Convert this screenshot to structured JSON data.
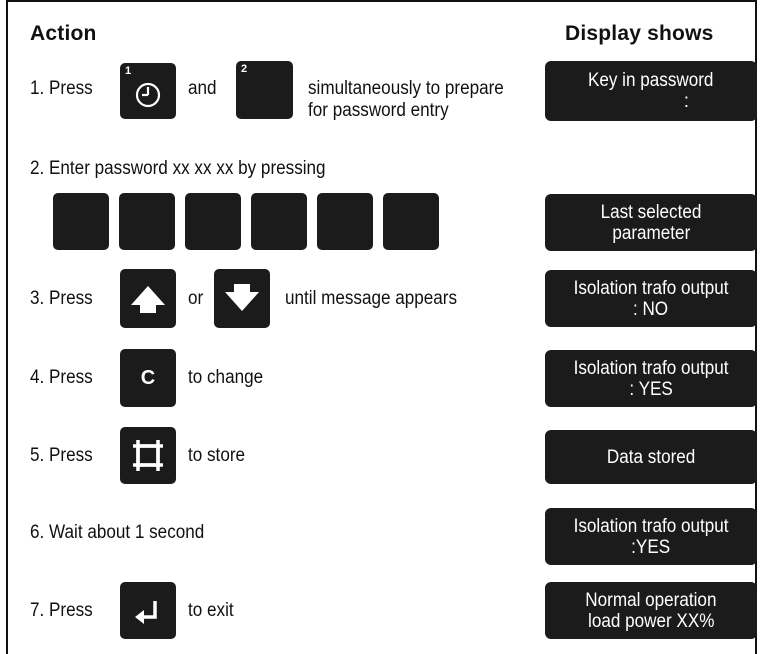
{
  "headers": {
    "action": "Action",
    "display": "Display shows"
  },
  "keys": {
    "key1_superscript": "1",
    "key2_superscript": "2",
    "c_key_label": "C"
  },
  "steps": [
    {
      "prefix": "1. Press",
      "mid": "and",
      "suffix_line1": "simultaneously to prepare",
      "suffix_line2": "for password entry",
      "display": [
        "Key in password",
        ":"
      ]
    },
    {
      "prefix": "2. Enter password xx xx xx by pressing",
      "display": [
        "Last selected",
        "parameter"
      ]
    },
    {
      "prefix": "3. Press",
      "mid": "or",
      "suffix": "until message appears",
      "display": [
        "Isolation trafo output",
        ": NO"
      ]
    },
    {
      "prefix": "4. Press",
      "suffix": "to change",
      "display": [
        "Isolation trafo output",
        ": YES"
      ]
    },
    {
      "prefix": "5. Press",
      "suffix": "to store",
      "display": [
        "Data stored"
      ]
    },
    {
      "prefix": "6. Wait about 1 second",
      "display": [
        "Isolation trafo output",
        ":YES"
      ]
    },
    {
      "prefix": "7. Press",
      "suffix": "to exit",
      "display": [
        "Normal operation",
        "load power XX%"
      ]
    }
  ]
}
